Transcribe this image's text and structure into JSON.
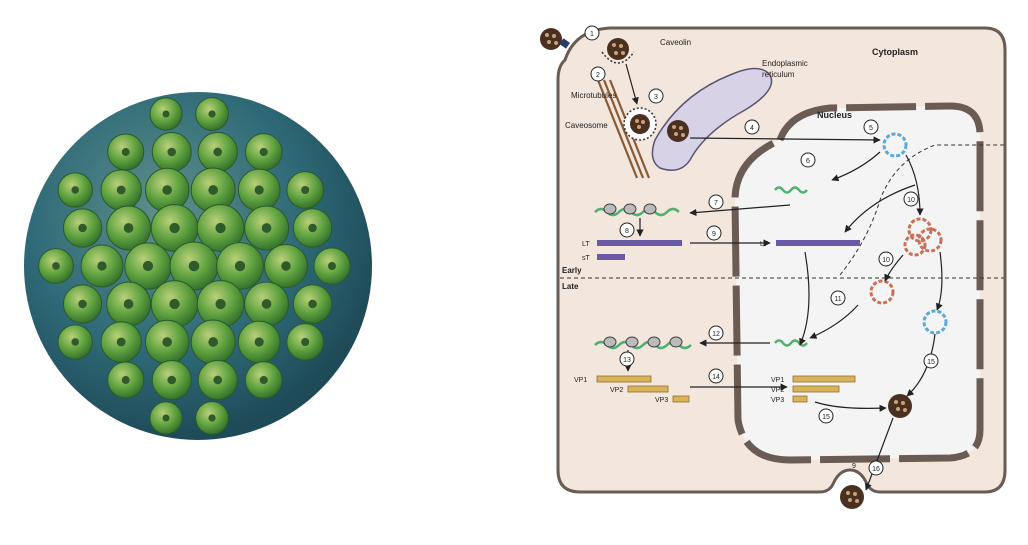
{
  "labels": {
    "caveolin": "Caveolin",
    "er_line1": "Endoplasmic",
    "er_line2": "reticulum",
    "cytoplasm": "Cytoplasm",
    "microtubules": "Microtubules",
    "caveosome": "Caveosome",
    "nucleus": "Nucleus",
    "early": "Early",
    "late": "Late",
    "lt": "LT",
    "st": "sT",
    "vp1": "VP1",
    "vp2": "VP2",
    "vp3": "VP3",
    "nine": "9"
  },
  "steps": [
    "1",
    "2",
    "3",
    "4",
    "5",
    "6",
    "7",
    "8",
    "9",
    "10",
    "10",
    "11",
    "12",
    "13",
    "14",
    "15",
    "15",
    "16"
  ],
  "colors": {
    "cell_fill": "#f3e6dc",
    "nucleus_fill": "#f4f4f4",
    "membrane": "#6b5b55",
    "virion": "#4a3020",
    "dna_blue": "#5aa9d6",
    "dna_red": "#c8705a",
    "mrna": "#4fb070",
    "early_protein": "#6a5aa6",
    "late_protein": "#d9b25a",
    "er_fill": "#d8d2e6",
    "capsid_green": "#4f9a3a",
    "capsid_teal": "#3a7a8a"
  }
}
